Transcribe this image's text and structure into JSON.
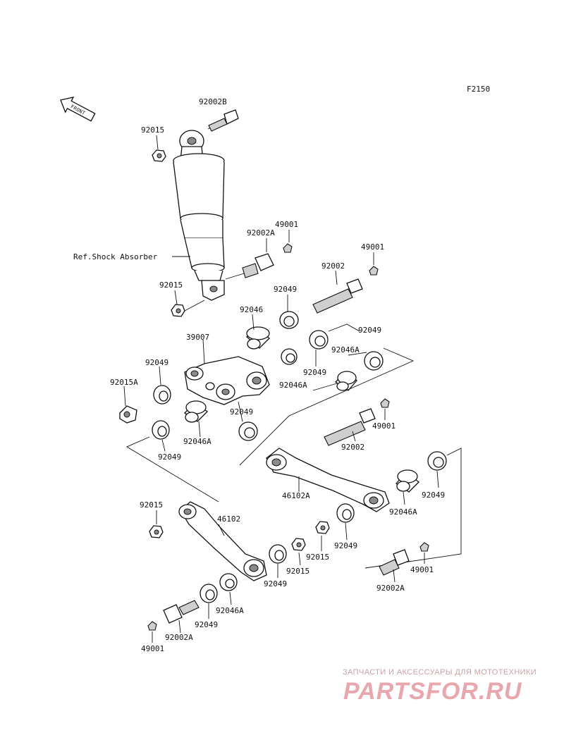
{
  "figure_code": "F2150",
  "front_marker": "FRONT",
  "ref_label": "Ref.Shock Absorber",
  "labels": {
    "p92002B": "92002B",
    "p92015_top": "92015",
    "p92002A_upper": "92002A",
    "p49001_upper": "49001",
    "p49001_right": "49001",
    "p92002_upper": "92002",
    "p92015_shock": "92015",
    "p92049_a": "92049",
    "p92046": "92046",
    "p92049_b": "92049",
    "p39007": "39007",
    "p92046A_a": "92046A",
    "p92049_c": "92049",
    "p92046A_b": "92046A",
    "p92049_d": "92049",
    "p92015A": "92015A",
    "p92049_e": "92049",
    "p92046A_c": "92046A",
    "p92049_f": "92049",
    "p49001_mid": "49001",
    "p92002_mid": "92002",
    "p46102A": "46102A",
    "p92046A_d": "92046A",
    "p92049_g": "92049",
    "p92015_link": "92015",
    "p46102": "46102",
    "p92049_h": "92049",
    "p92015_mid": "92015",
    "p92015_right": "92015",
    "p92049_i": "92049",
    "p49001_low": "49001",
    "p92002A_low": "92002A",
    "p92046A_e": "92046A",
    "p92049_j": "92049",
    "p92002A_bottom": "92002A",
    "p49001_bottom": "49001"
  },
  "watermark": {
    "tagline": "ЗАПЧАСТИ И АКСЕССУАРЫ ДЛЯ МОТОТЕХНИКИ",
    "logo": "PARTSFOR.RU"
  },
  "colors": {
    "line": "#111111",
    "watermark": "#e7a7ad"
  }
}
